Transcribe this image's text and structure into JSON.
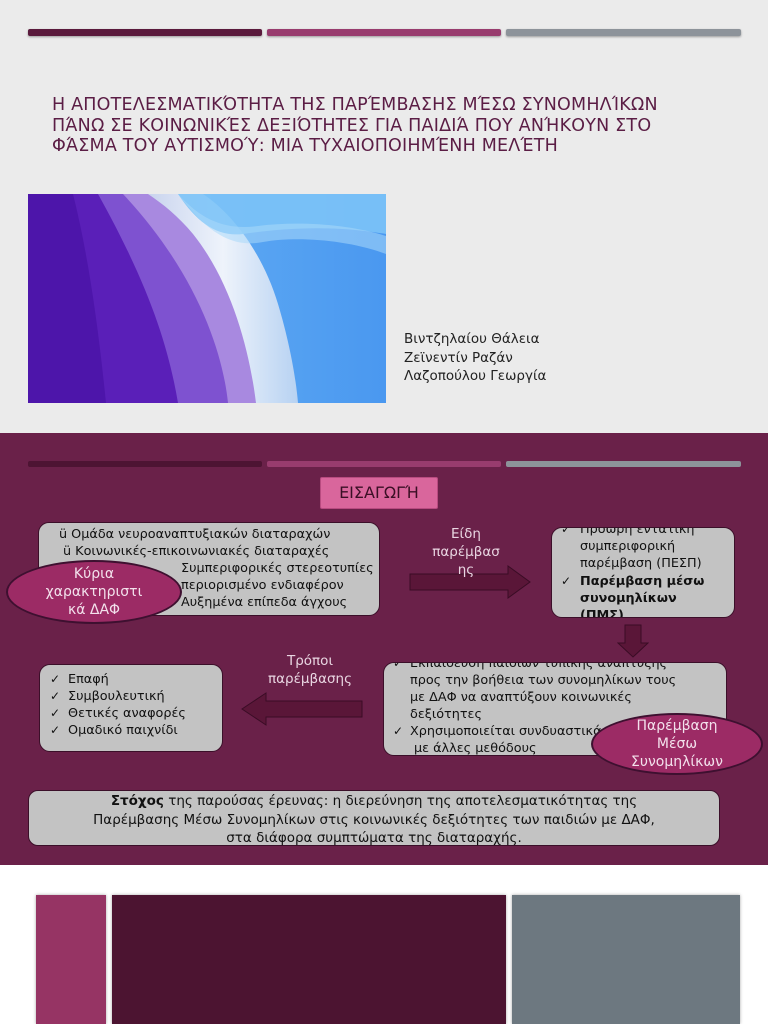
{
  "slide1": {
    "title_lines": [
      "Η ΑΠΟΤΕΛΕΣΜΑΤΙΚΌΤΗΤΑ ΤΗΣ ΠΑΡΈΜΒΑΣΗΣ ΜΈΣΩ ΣΥΝΟΜΗΛΊΚΩΝ",
      "ΠΆΝΩ ΣΕ ΚΟΙΝΩΝΙΚΈΣ ΔΕΞΙΌΤΗΤΕΣ ΓΙΑ ΠΑΙΔΙΆ ΠΟΥ ΑΝΉΚΟΥΝ ΣΤΟ",
      "ΦΆΣΜΑ ΤΟΥ ΑΥΤΙΣΜΟΎ: ΜΙΑ ΤΥΧΑΙΟΠΟΙΗΜΈΝΗ ΜΕΛΈΤΗ"
    ],
    "authors": [
      "Βιντζηλαίου Θάλεια",
      "Ζεϊνεντίν Ραζάν",
      "Λαζοπούλου Γεωργία"
    ]
  },
  "slide2": {
    "heading": "ΕΙΣΑΓΩΓΉ",
    "characteristics": [
      "ü  Ομάδα νευροαναπτυξιακών διαταραχών",
      "ü  Κοινωνικές-επικοινωνιακές διαταραχές",
      "Συμπεριφορικές στερεοτυπίες",
      "περιορισμένο ενδιαφέρον",
      "Αυξημένα επίπεδα άγχους"
    ],
    "characteristics_label": [
      "Κύρια",
      "χαρακτηριστι",
      "κά ΔΑΦ"
    ],
    "types_label": [
      "Είδη",
      "παρέμβασ",
      "ης"
    ],
    "types": [
      [
        "Πρόωρη εντατική",
        "συμπεριφορική",
        "παρέμβαση (ΠΕΣΠ)"
      ],
      [
        "Παρέμβαση μέσω",
        "συνομηλίκων",
        "(ΠΜΣ)"
      ]
    ],
    "pms_description": [
      [
        "Εκπαίδευση παιδιών τυπικής ανάπτυξης",
        "προς την βοήθεια των συνομηλίκων τους",
        "με  ΔΑΦ να αναπτύξουν κοινωνικές",
        "δεξιότητες"
      ],
      [
        "Χρησιμοποιείται συνδυαστικά",
        "με άλλες μεθόδους"
      ]
    ],
    "pms_label": [
      "Παρέμβαση",
      "Μέσω",
      "Συνομηλίκων"
    ],
    "methods_label": [
      "Τρόποι",
      "παρέμβασης"
    ],
    "methods": [
      "Επαφή",
      "Συμβουλευτική",
      "Θετικές αναφορές",
      "Ομαδικό παιχνίδι"
    ],
    "goal": {
      "bold": "Στόχος",
      "line1_rest": " της παρούσας έρευνας: η διερεύνηση της αποτελεσματικότητας της",
      "line2": "Παρέμβασης Μέσω Συνομηλίκων στις κοινωνικές δεξιότητες των παιδιών με ΔΑΦ,",
      "line3": "στα διάφορα συμπτώματα της διαταραχής."
    }
  },
  "colors": {
    "title": "#5b1d45",
    "slide2_bg": "#6a2149",
    "heading_bg": "#d9669c",
    "box_bg": "#c3c3c3",
    "ellipse_bg": "#9c2b65",
    "arrow": "#5a1638",
    "bar_dark": "#5a1a3c",
    "bar_mid": "#983c6e",
    "bar_grey": "#8d939a"
  }
}
